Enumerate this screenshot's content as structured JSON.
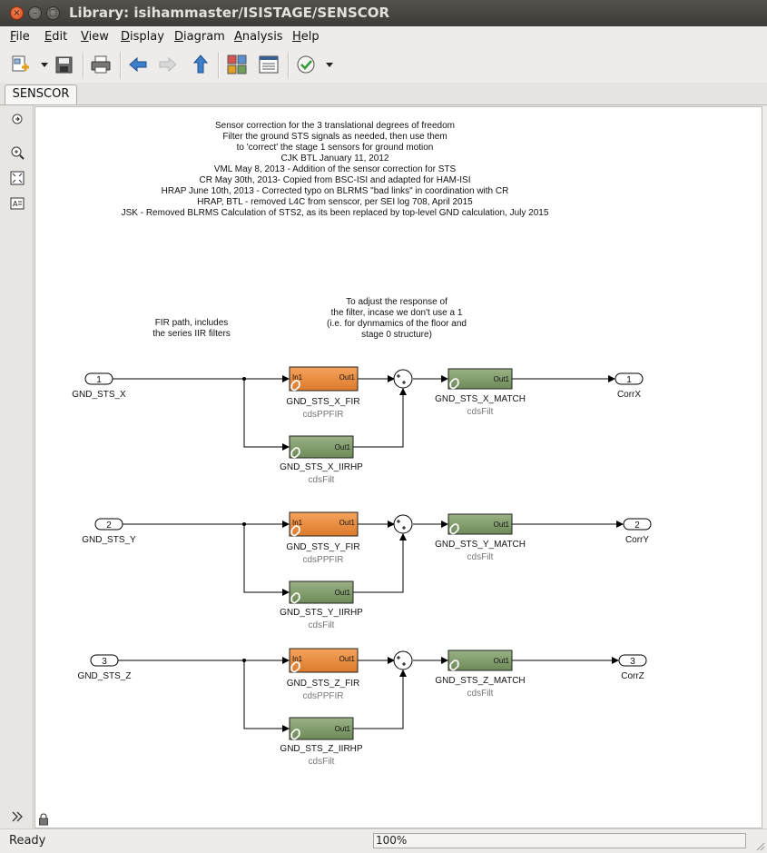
{
  "window": {
    "title": "Library: isihammaster/ISISTAGE/SENSCOR"
  },
  "menu": [
    "File",
    "Edit",
    "View",
    "Display",
    "Diagram",
    "Analysis",
    "Help"
  ],
  "tabs": [
    {
      "label": "SENSCOR"
    }
  ],
  "notes": {
    "header": [
      "Sensor correction for the 3 translational degrees of freedom",
      "Filter the ground STS signals as needed, then use them",
      "to 'correct' the stage 1 sensors for ground motion",
      "CJK BTL January 11, 2012",
      "VML May 8, 2013 - Addition of the sensor correction for STS",
      "CR May 30th, 2013- Copied from BSC-ISI and adapted for HAM-ISI",
      "HRAP June 10th, 2013 - Corrected typo on BLRMS \"bad links\" in coordination with CR",
      "HRAP, BTL - removed L4C from senscor, per SEI log 708, April 2015",
      "JSK - Removed BLRMS Calculation of STS2, as its been replaced by top-level GND calculation, July 2015"
    ],
    "fir": [
      "FIR path, includes",
      "the series IIR filters"
    ],
    "adjust": [
      "To adjust the response of",
      "the filter, incase we don't use a 1",
      "(i.e. for dynmamics of the floor and",
      "stage 0 structure)"
    ]
  },
  "block_ports": {
    "in": "In1",
    "out": "Out1"
  },
  "rows": [
    {
      "inport": {
        "num": "1",
        "label": "GND_STS_X"
      },
      "fir": {
        "name": "GND_STS_X_FIR",
        "type": "cdsPPFIR"
      },
      "iir": {
        "name": "GND_STS_X_IIRHP",
        "type": "cdsFilt"
      },
      "match": {
        "name": "GND_STS_X_MATCH",
        "type": "cdsFilt"
      },
      "outport": {
        "num": "1",
        "label": "CorrX"
      }
    },
    {
      "inport": {
        "num": "2",
        "label": "GND_STS_Y"
      },
      "fir": {
        "name": "GND_STS_Y_FIR",
        "type": "cdsPPFIR"
      },
      "iir": {
        "name": "GND_STS_Y_IIRHP",
        "type": "cdsFilt"
      },
      "match": {
        "name": "GND_STS_Y_MATCH",
        "type": "cdsFilt"
      },
      "outport": {
        "num": "2",
        "label": "CorrY"
      }
    },
    {
      "inport": {
        "num": "3",
        "label": "GND_STS_Z"
      },
      "fir": {
        "name": "GND_STS_Z_FIR",
        "type": "cdsPPFIR"
      },
      "iir": {
        "name": "GND_STS_Z_IIRHP",
        "type": "cdsFilt"
      },
      "match": {
        "name": "GND_STS_Z_MATCH",
        "type": "cdsFilt"
      },
      "outport": {
        "num": "3",
        "label": "CorrZ"
      }
    }
  ],
  "status": {
    "text": "Ready",
    "zoom": "100%"
  },
  "colors": {
    "fir_block": "#e8883a",
    "filt_block": "#7f9a68",
    "accent_arrow": "#2f6fbf"
  },
  "icons": {
    "toolbar": [
      "new-model-icon",
      "dropdown-arrow-icon",
      "save-icon",
      "print-icon",
      "back-arrow-icon",
      "forward-arrow-icon",
      "up-arrow-icon",
      "library-browser-icon",
      "model-explorer-icon",
      "check-icon",
      "dropdown-arrow-icon"
    ],
    "palette": [
      "hide-browser-icon",
      "zoom-icon",
      "fit-view-icon",
      "annotation-icon",
      "expand-icon",
      "lock-icon"
    ]
  }
}
